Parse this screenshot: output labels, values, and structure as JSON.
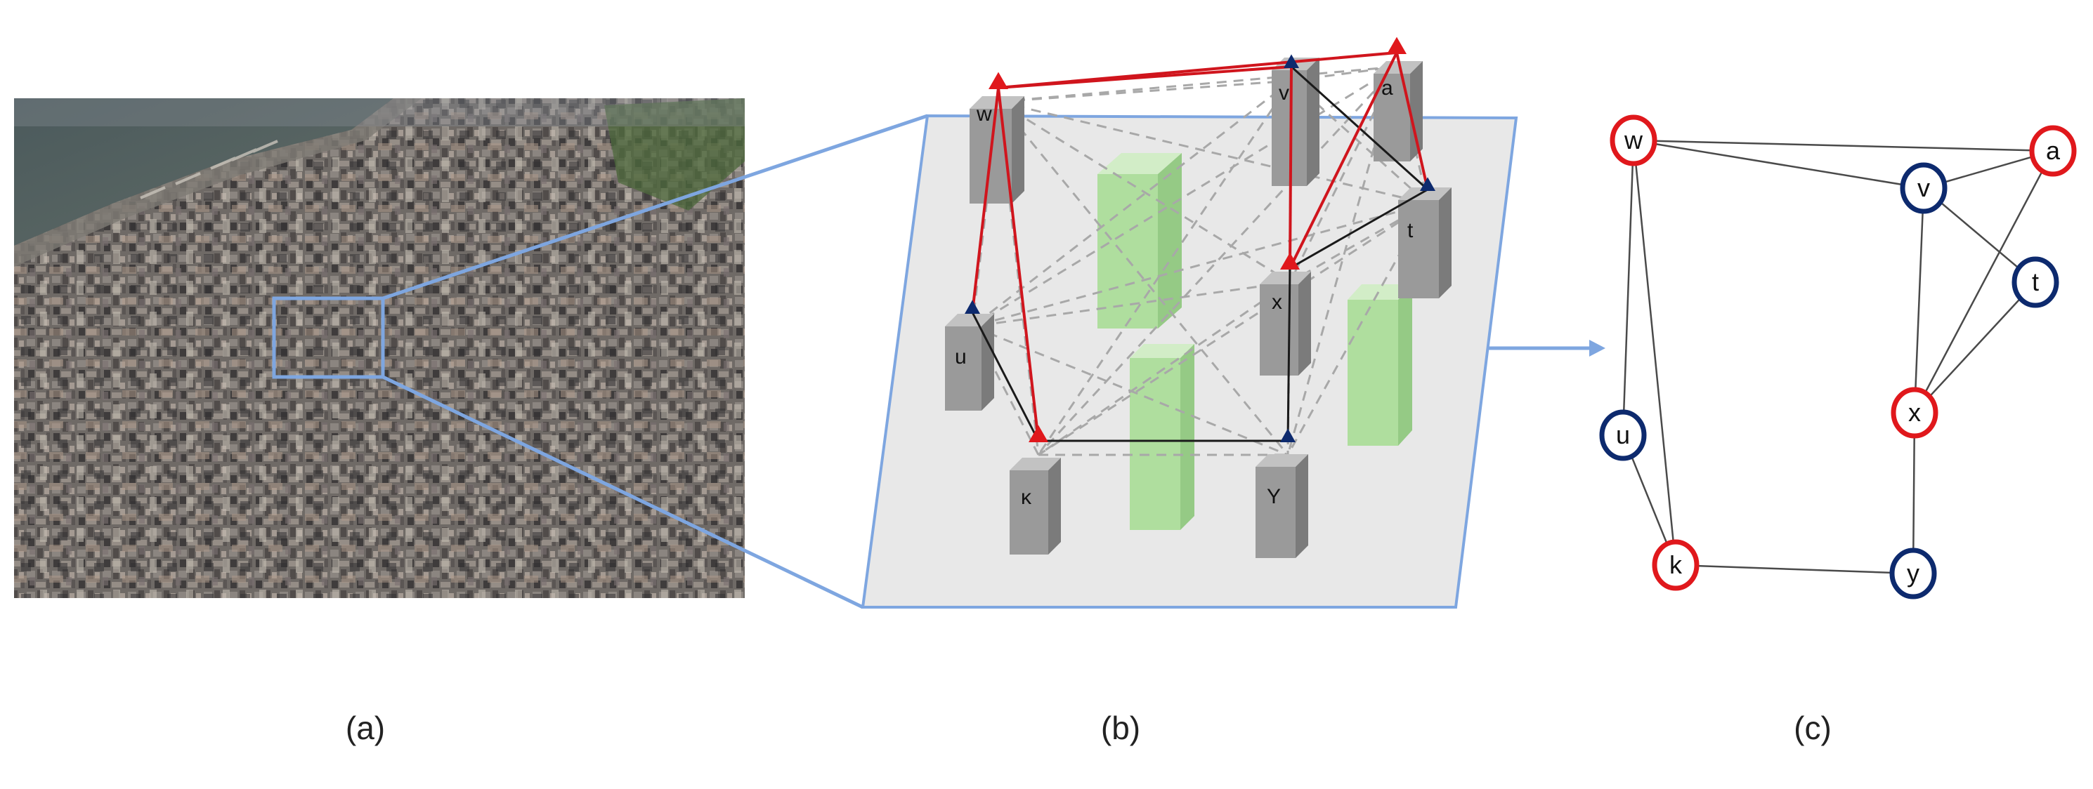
{
  "captions": {
    "a": "(a)",
    "b": "(b)",
    "c": "(c)"
  },
  "colors": {
    "highlight": "#7ea6e0",
    "red": "#e0181c",
    "navy": "#0d2a6e",
    "building": "#9a9a9a",
    "green": "#a9dd96",
    "plane": "#e8e8e8"
  },
  "panel_b": {
    "nodes": [
      {
        "id": "w",
        "label": "w",
        "marker": "red"
      },
      {
        "id": "v",
        "label": "v",
        "marker": "navy"
      },
      {
        "id": "a",
        "label": "a",
        "marker": "red"
      },
      {
        "id": "t",
        "label": "t",
        "marker": "navy"
      },
      {
        "id": "x",
        "label": "x",
        "marker": "red"
      },
      {
        "id": "u",
        "label": "u",
        "marker": "navy"
      },
      {
        "id": "k",
        "label": "κ",
        "marker": "red"
      },
      {
        "id": "y",
        "label": "Y",
        "marker": "navy"
      }
    ],
    "red_links": [
      [
        "w",
        "v"
      ],
      [
        "w",
        "a"
      ],
      [
        "w",
        "u"
      ],
      [
        "w",
        "k"
      ],
      [
        "v",
        "x"
      ],
      [
        "a",
        "x"
      ],
      [
        "a",
        "t"
      ]
    ],
    "black_links": [
      [
        "v",
        "t"
      ],
      [
        "x",
        "t"
      ],
      [
        "u",
        "k"
      ],
      [
        "k",
        "y"
      ],
      [
        "x",
        "y"
      ]
    ]
  },
  "panel_c": {
    "nodes": [
      {
        "id": "w",
        "label": "w",
        "ring": "red"
      },
      {
        "id": "a",
        "label": "a",
        "ring": "red"
      },
      {
        "id": "v",
        "label": "v",
        "ring": "navy"
      },
      {
        "id": "t",
        "label": "t",
        "ring": "navy"
      },
      {
        "id": "x",
        "label": "x",
        "ring": "red"
      },
      {
        "id": "u",
        "label": "u",
        "ring": "navy"
      },
      {
        "id": "k",
        "label": "k",
        "ring": "red"
      },
      {
        "id": "y",
        "label": "y",
        "ring": "navy"
      }
    ],
    "edges": [
      [
        "w",
        "a"
      ],
      [
        "w",
        "v"
      ],
      [
        "w",
        "u"
      ],
      [
        "w",
        "k"
      ],
      [
        "v",
        "a"
      ],
      [
        "v",
        "t"
      ],
      [
        "v",
        "x"
      ],
      [
        "a",
        "x"
      ],
      [
        "t",
        "x"
      ],
      [
        "x",
        "y"
      ],
      [
        "u",
        "k"
      ],
      [
        "k",
        "y"
      ]
    ]
  }
}
